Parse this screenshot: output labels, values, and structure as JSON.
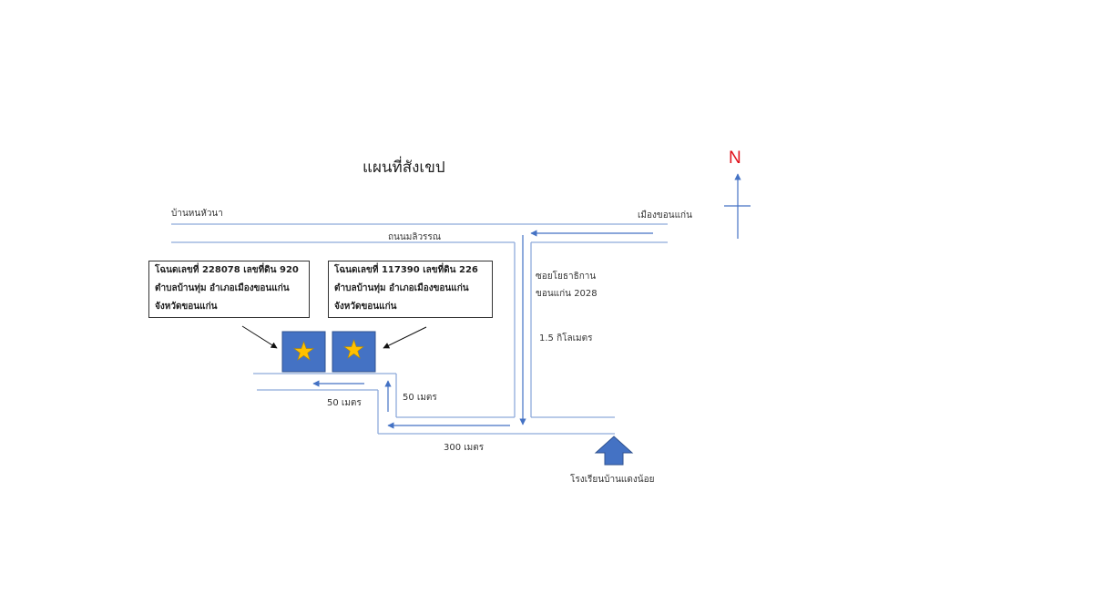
{
  "title": "แผนที่สังเขป",
  "compass": {
    "label": "N"
  },
  "labels": {
    "road_top_left": "บ้านหนหัวนา",
    "road_top_right": "เมืองขอนแก่น",
    "road_second": "ถนนมลิวรรณ",
    "soi_name_line1": "ซอยโยธาธิกาน",
    "soi_name_line2": "ขอนแก่น 2028",
    "distance_soi": "1.5 กิโลเมตร",
    "distance_50_a": "50 เมตร",
    "distance_50_b": "50 เมตร",
    "distance_300": "300 เมตร",
    "school": "โรงเรียนบ้านแดงน้อย"
  },
  "deeds": [
    {
      "line1": "โฉนดเลขที่ 228078 เลขที่ดิน 920",
      "line2": "ตำบลบ้านทุ่ม อำเภอเมืองขอนแก่น",
      "line3": "จังหวัดขอนแก่น"
    },
    {
      "line1": "โฉนดเลขที่ 117390 เลขที่ดิน 226",
      "line2": "ตำบลบ้านทุ่ม อำเภอเมืองขอนแก่น",
      "line3": "จังหวัดขอนแก่น"
    }
  ],
  "colors": {
    "road": "#8eaadb",
    "arrow": "#4472c4",
    "plot": "#4472c4",
    "star": "#ffc000",
    "north": "#e0101a"
  },
  "icons": [
    "star-icon",
    "up-arrow-icon",
    "compass-arrow-icon"
  ]
}
